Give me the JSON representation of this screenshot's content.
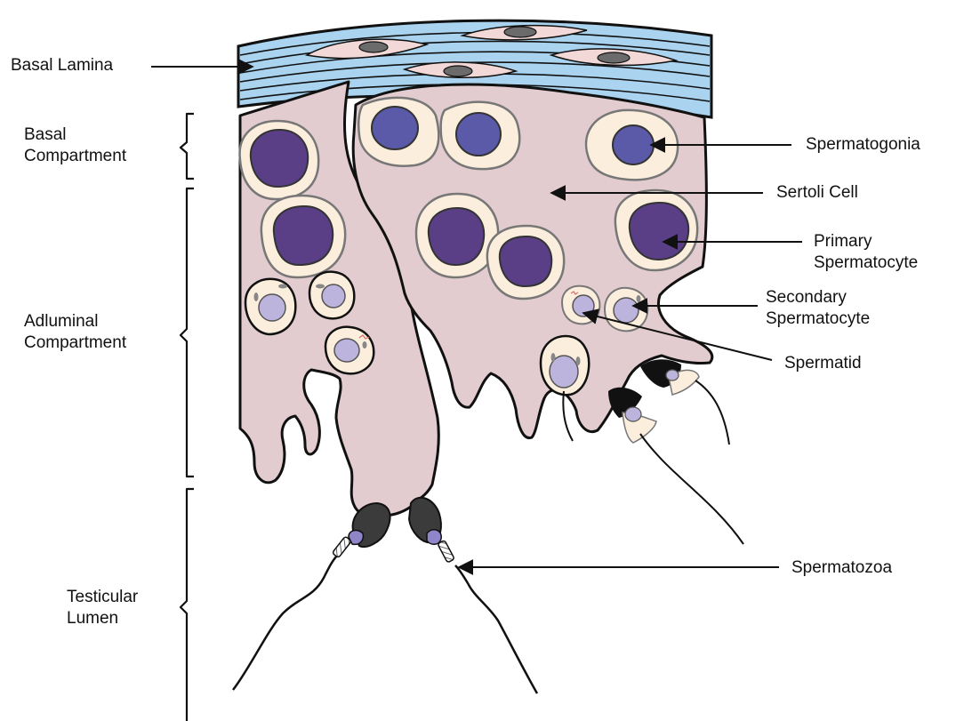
{
  "colors": {
    "sertoli_fill": "#e2cccf",
    "cell_cytoplasm": "#fbeedc",
    "primary_nucleus": "#5a3f86",
    "spermatogonia_nucleus": "#5a5aa8",
    "secondary_nucleus": "#bcb4dc",
    "lamina_blue": "#a9d3ef",
    "lamina_cell_pink": "#f2d9d7",
    "sperm_head": "#3b3b3b",
    "sperm_acrosome": "#8f86c9",
    "outline": "#111111"
  },
  "labels": {
    "basal_lamina": "Basal Lamina",
    "spermatogonia": "Spermatogonia",
    "sertoli_cell": "Sertoli Cell",
    "primary_spermatocyte_line1": "Primary",
    "primary_spermatocyte_line2": "Spermatocyte",
    "secondary_spermatocyte_line1": "Secondary",
    "secondary_spermatocyte_line2": "Spermatocyte",
    "spermatid": "Spermatid",
    "spermatozoa": "Spermatozoa"
  },
  "compartments": {
    "basal_line1": "Basal",
    "basal_line2": "Compartment",
    "adluminal_line1": "Adluminal",
    "adluminal_line2": "Compartment",
    "lumen_line1": "Testicular",
    "lumen_line2": "Lumen"
  },
  "icons": [
    "right-arrow-icon",
    "left-arrow-icon",
    "curly-brace-icon"
  ]
}
